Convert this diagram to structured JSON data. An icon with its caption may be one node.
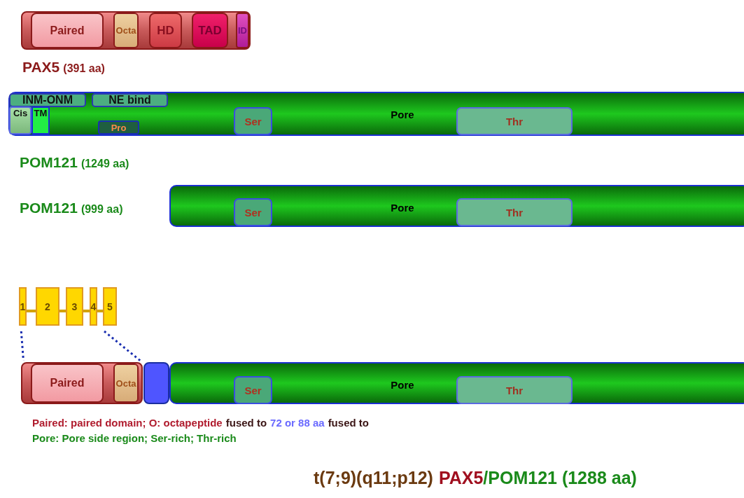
{
  "diagram": {
    "nodes": [
      {
        "text": [],
        "shape": "bar",
        "beside": [
          "PAX5",
          "(391 aa)"
        ]
      },
      {
        "text": [
          "Paired"
        ],
        "in": 0
      },
      {
        "text": [
          "Octa"
        ],
        "in": 0
      },
      {
        "text": [
          "HD"
        ],
        "in": 0
      },
      {
        "text": [
          "TAD"
        ],
        "in": 0
      },
      {
        "text": [
          "ID"
        ],
        "in": 0
      },
      {
        "text": [
          "Pore"
        ],
        "beside": [
          "POM121",
          "(1249 aa)"
        ]
      },
      {
        "text": [
          "INM-ONM"
        ],
        "in": 6
      },
      {
        "text": [
          "NE bind"
        ],
        "in": 6
      },
      {
        "text": [
          "Cis"
        ],
        "in": 6
      },
      {
        "text": [
          "TM"
        ],
        "in": 6
      },
      {
        "text": [
          "Pro"
        ],
        "in": 6
      },
      {
        "text": [
          "Ser"
        ],
        "in": 6
      },
      {
        "text": [
          "Thr"
        ],
        "in": 6
      },
      {
        "text": [
          "Pore"
        ],
        "beside": [
          "POM121",
          "(999 aa)"
        ]
      },
      {
        "text": [
          "Ser"
        ],
        "in": 14
      },
      {
        "text": [
          "Thr"
        ],
        "in": 14
      },
      {
        "text": [
          "1"
        ]
      },
      {
        "text": [
          "2"
        ]
      },
      {
        "text": [
          "3"
        ]
      },
      {
        "text": [
          "4"
        ]
      },
      {
        "text": [
          "5"
        ]
      },
      {
        "text": [],
        "shape": "bar"
      },
      {
        "text": [
          "Paired"
        ],
        "in": 22
      },
      {
        "text": [
          "Octa"
        ],
        "in": 22
      },
      {
        "text": [],
        "shape": "box"
      },
      {
        "text": [
          "Pore"
        ]
      },
      {
        "text": [
          "Ser"
        ],
        "in": 26
      },
      {
        "text": [
          "Thr"
        ],
        "in": 26
      }
    ],
    "edges": [
      {
        "from": 17,
        "to": 18,
        "arrow": "none"
      },
      {
        "from": 18,
        "to": 19,
        "arrow": "none"
      },
      {
        "from": 19,
        "to": 20,
        "arrow": "none"
      },
      {
        "from": 20,
        "to": 21,
        "arrow": "none"
      },
      {
        "from": 17,
        "to": 22,
        "arrow": "none",
        "style": "dashed",
        "color": "#1a2fb0"
      },
      {
        "from": 21,
        "to": 22,
        "arrow": "none",
        "style": "dashed",
        "color": "#1a2fb0"
      }
    ],
    "labels": [
      "Paired: paired domain; O: octapeptide",
      "fused to",
      "72 or 88 aa",
      "fused to",
      "Pore: Pore side region; Ser-rich; Thr-rich",
      "t(7;9)(q11;p12)",
      "PAX5",
      "/",
      "POM121 (1288 aa)"
    ]
  }
}
